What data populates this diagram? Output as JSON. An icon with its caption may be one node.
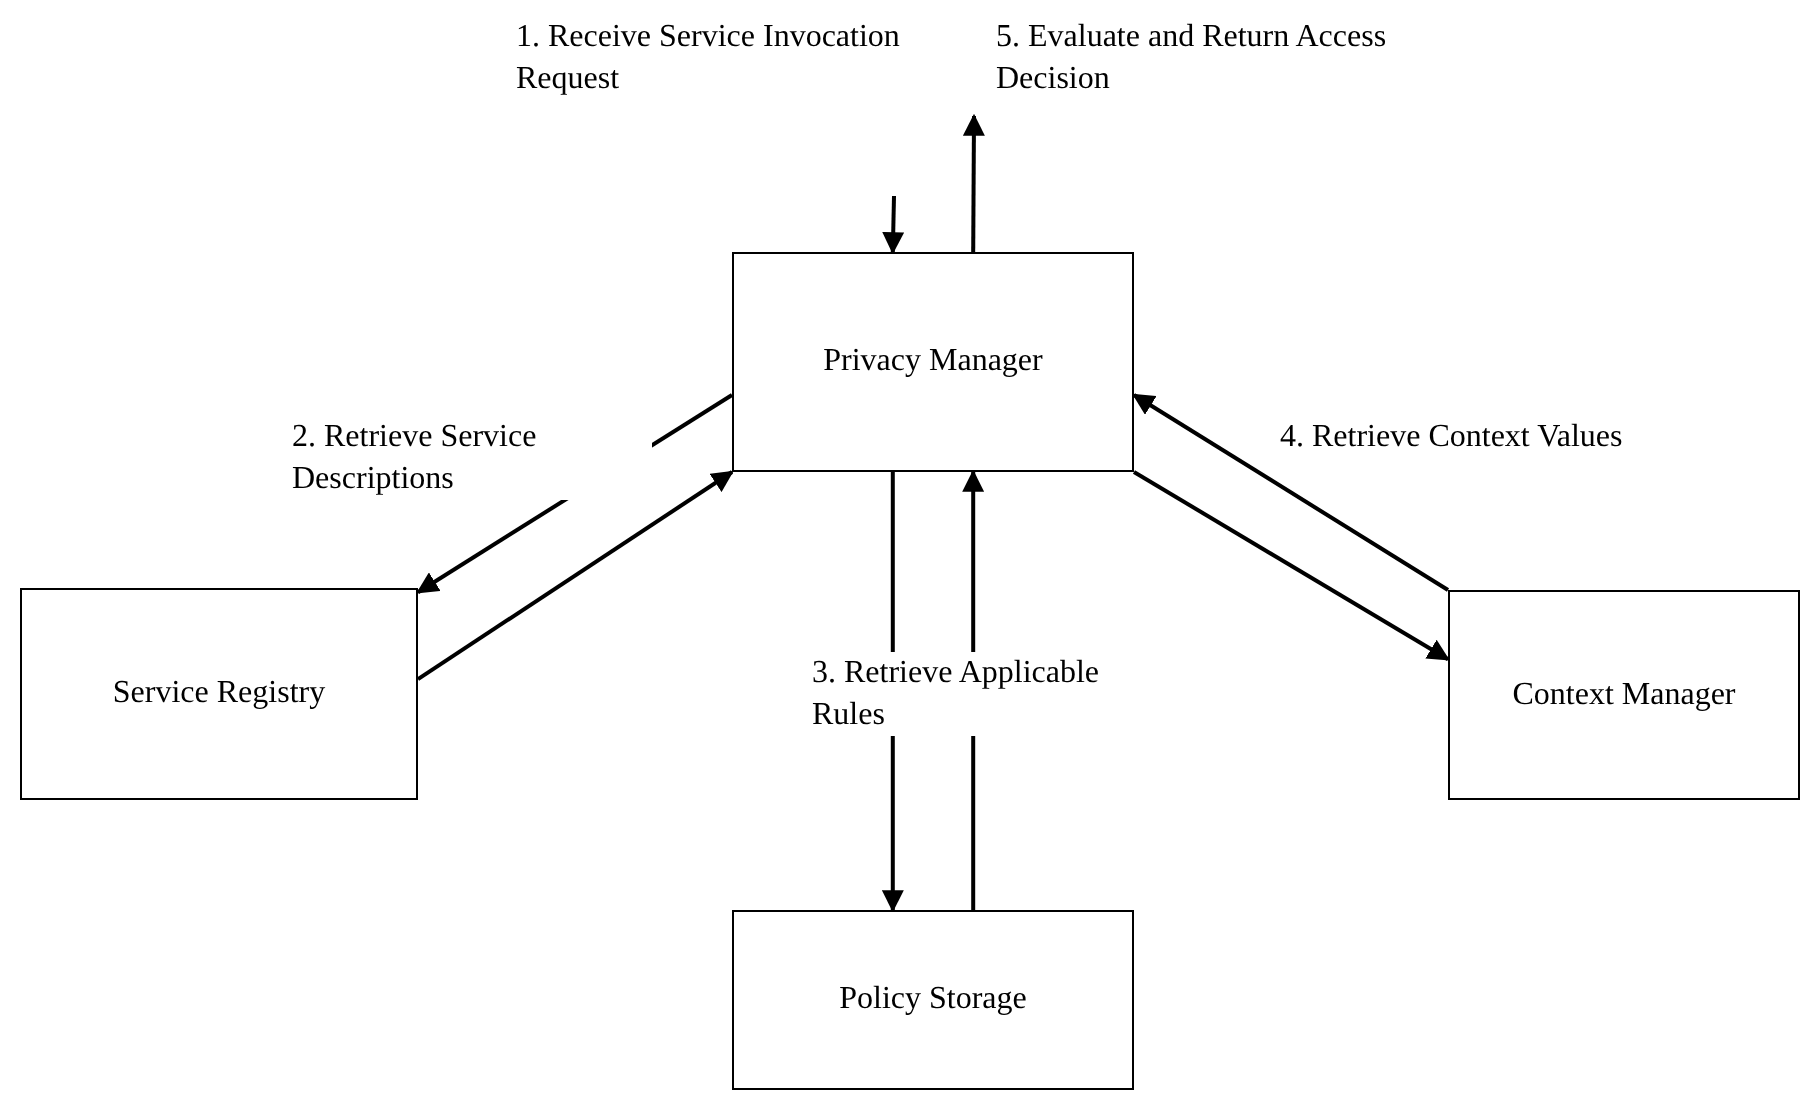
{
  "diagram": {
    "nodes": [
      {
        "text": [
          "Privacy Manager"
        ]
      },
      {
        "text": [
          "Service Registry"
        ]
      },
      {
        "text": [
          "Context Manager"
        ]
      },
      {
        "text": [
          "Policy Storage"
        ]
      }
    ],
    "edges": [
      {
        "from": null,
        "to": 0,
        "arrow": "to",
        "label": "1. Receive Service Invocation Request"
      },
      {
        "from": 0,
        "to": null,
        "arrow": "to",
        "label": "5. Evaluate and Return Access Decision"
      },
      {
        "from": 0,
        "to": 1,
        "arrow": "to",
        "label": "2. Retrieve Service Descriptions"
      },
      {
        "from": 1,
        "to": 0,
        "arrow": "to"
      },
      {
        "from": 0,
        "to": 3,
        "arrow": "to",
        "label": "3. Retrieve Applicable Rules"
      },
      {
        "from": 3,
        "to": 0,
        "arrow": "to"
      },
      {
        "from": 0,
        "to": 2,
        "arrow": "to"
      },
      {
        "from": 2,
        "to": 0,
        "arrow": "to",
        "label": "4. Retrieve Context Values"
      }
    ]
  }
}
